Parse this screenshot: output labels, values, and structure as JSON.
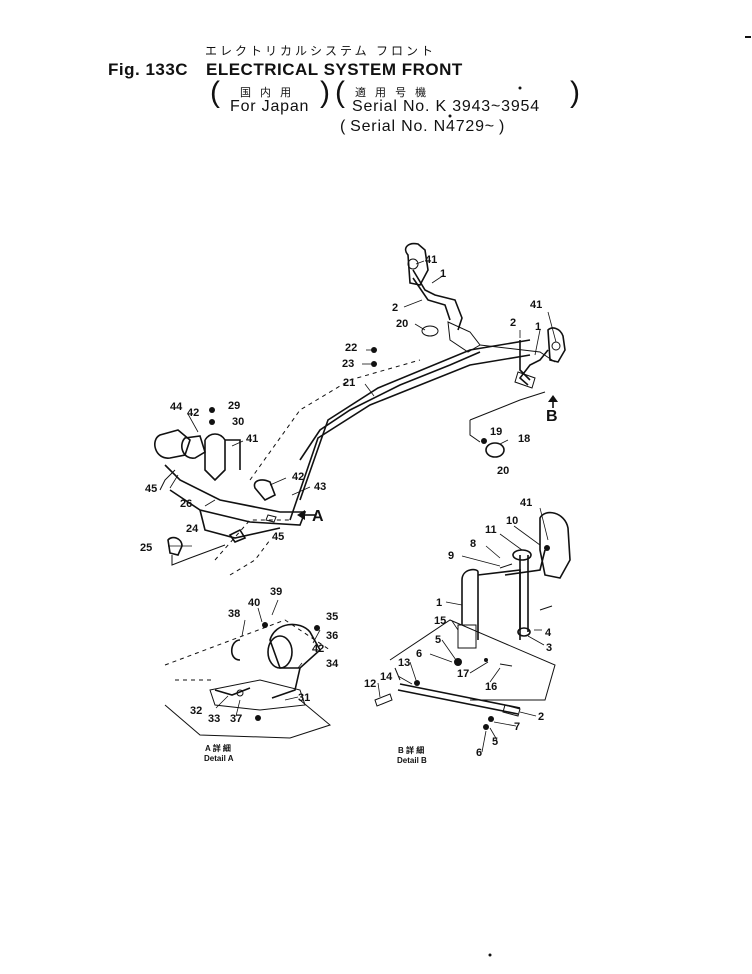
{
  "header": {
    "jp_title": "エレクトリカルシステム フロント",
    "fig_label": "Fig. 133C",
    "title": "ELECTRICAL SYSTEM FRONT",
    "jp_domestic": "国 内 用",
    "for_japan": "For Japan",
    "jp_serial": "適 用 号 機",
    "serial_1": "Serial No. K 3943~3954",
    "serial_2": "Serial No. N4729~"
  },
  "callouts": {
    "view_a": "A",
    "view_b": "B"
  },
  "details": {
    "a_jp": "A 詳 細",
    "a_label": "Detail A",
    "b_jp": "B 詳 細",
    "b_label": "Detail B"
  },
  "part_labels": {
    "main": [
      "41",
      "1",
      "2",
      "20",
      "41",
      "2",
      "1",
      "22",
      "23",
      "21",
      "B",
      "19",
      "18",
      "20",
      "44",
      "42",
      "29",
      "30",
      "41",
      "45",
      "26",
      "42",
      "43",
      "24",
      "45",
      "25"
    ],
    "detail_a": [
      "39",
      "40",
      "38",
      "35",
      "36",
      "42",
      "34",
      "31",
      "32",
      "33",
      "37"
    ],
    "detail_b": [
      "41",
      "10",
      "11",
      "8",
      "9",
      "1",
      "15",
      "5",
      "6",
      "4",
      "3",
      "17",
      "16",
      "13",
      "14",
      "12",
      "2",
      "7",
      "5",
      "6"
    ]
  }
}
